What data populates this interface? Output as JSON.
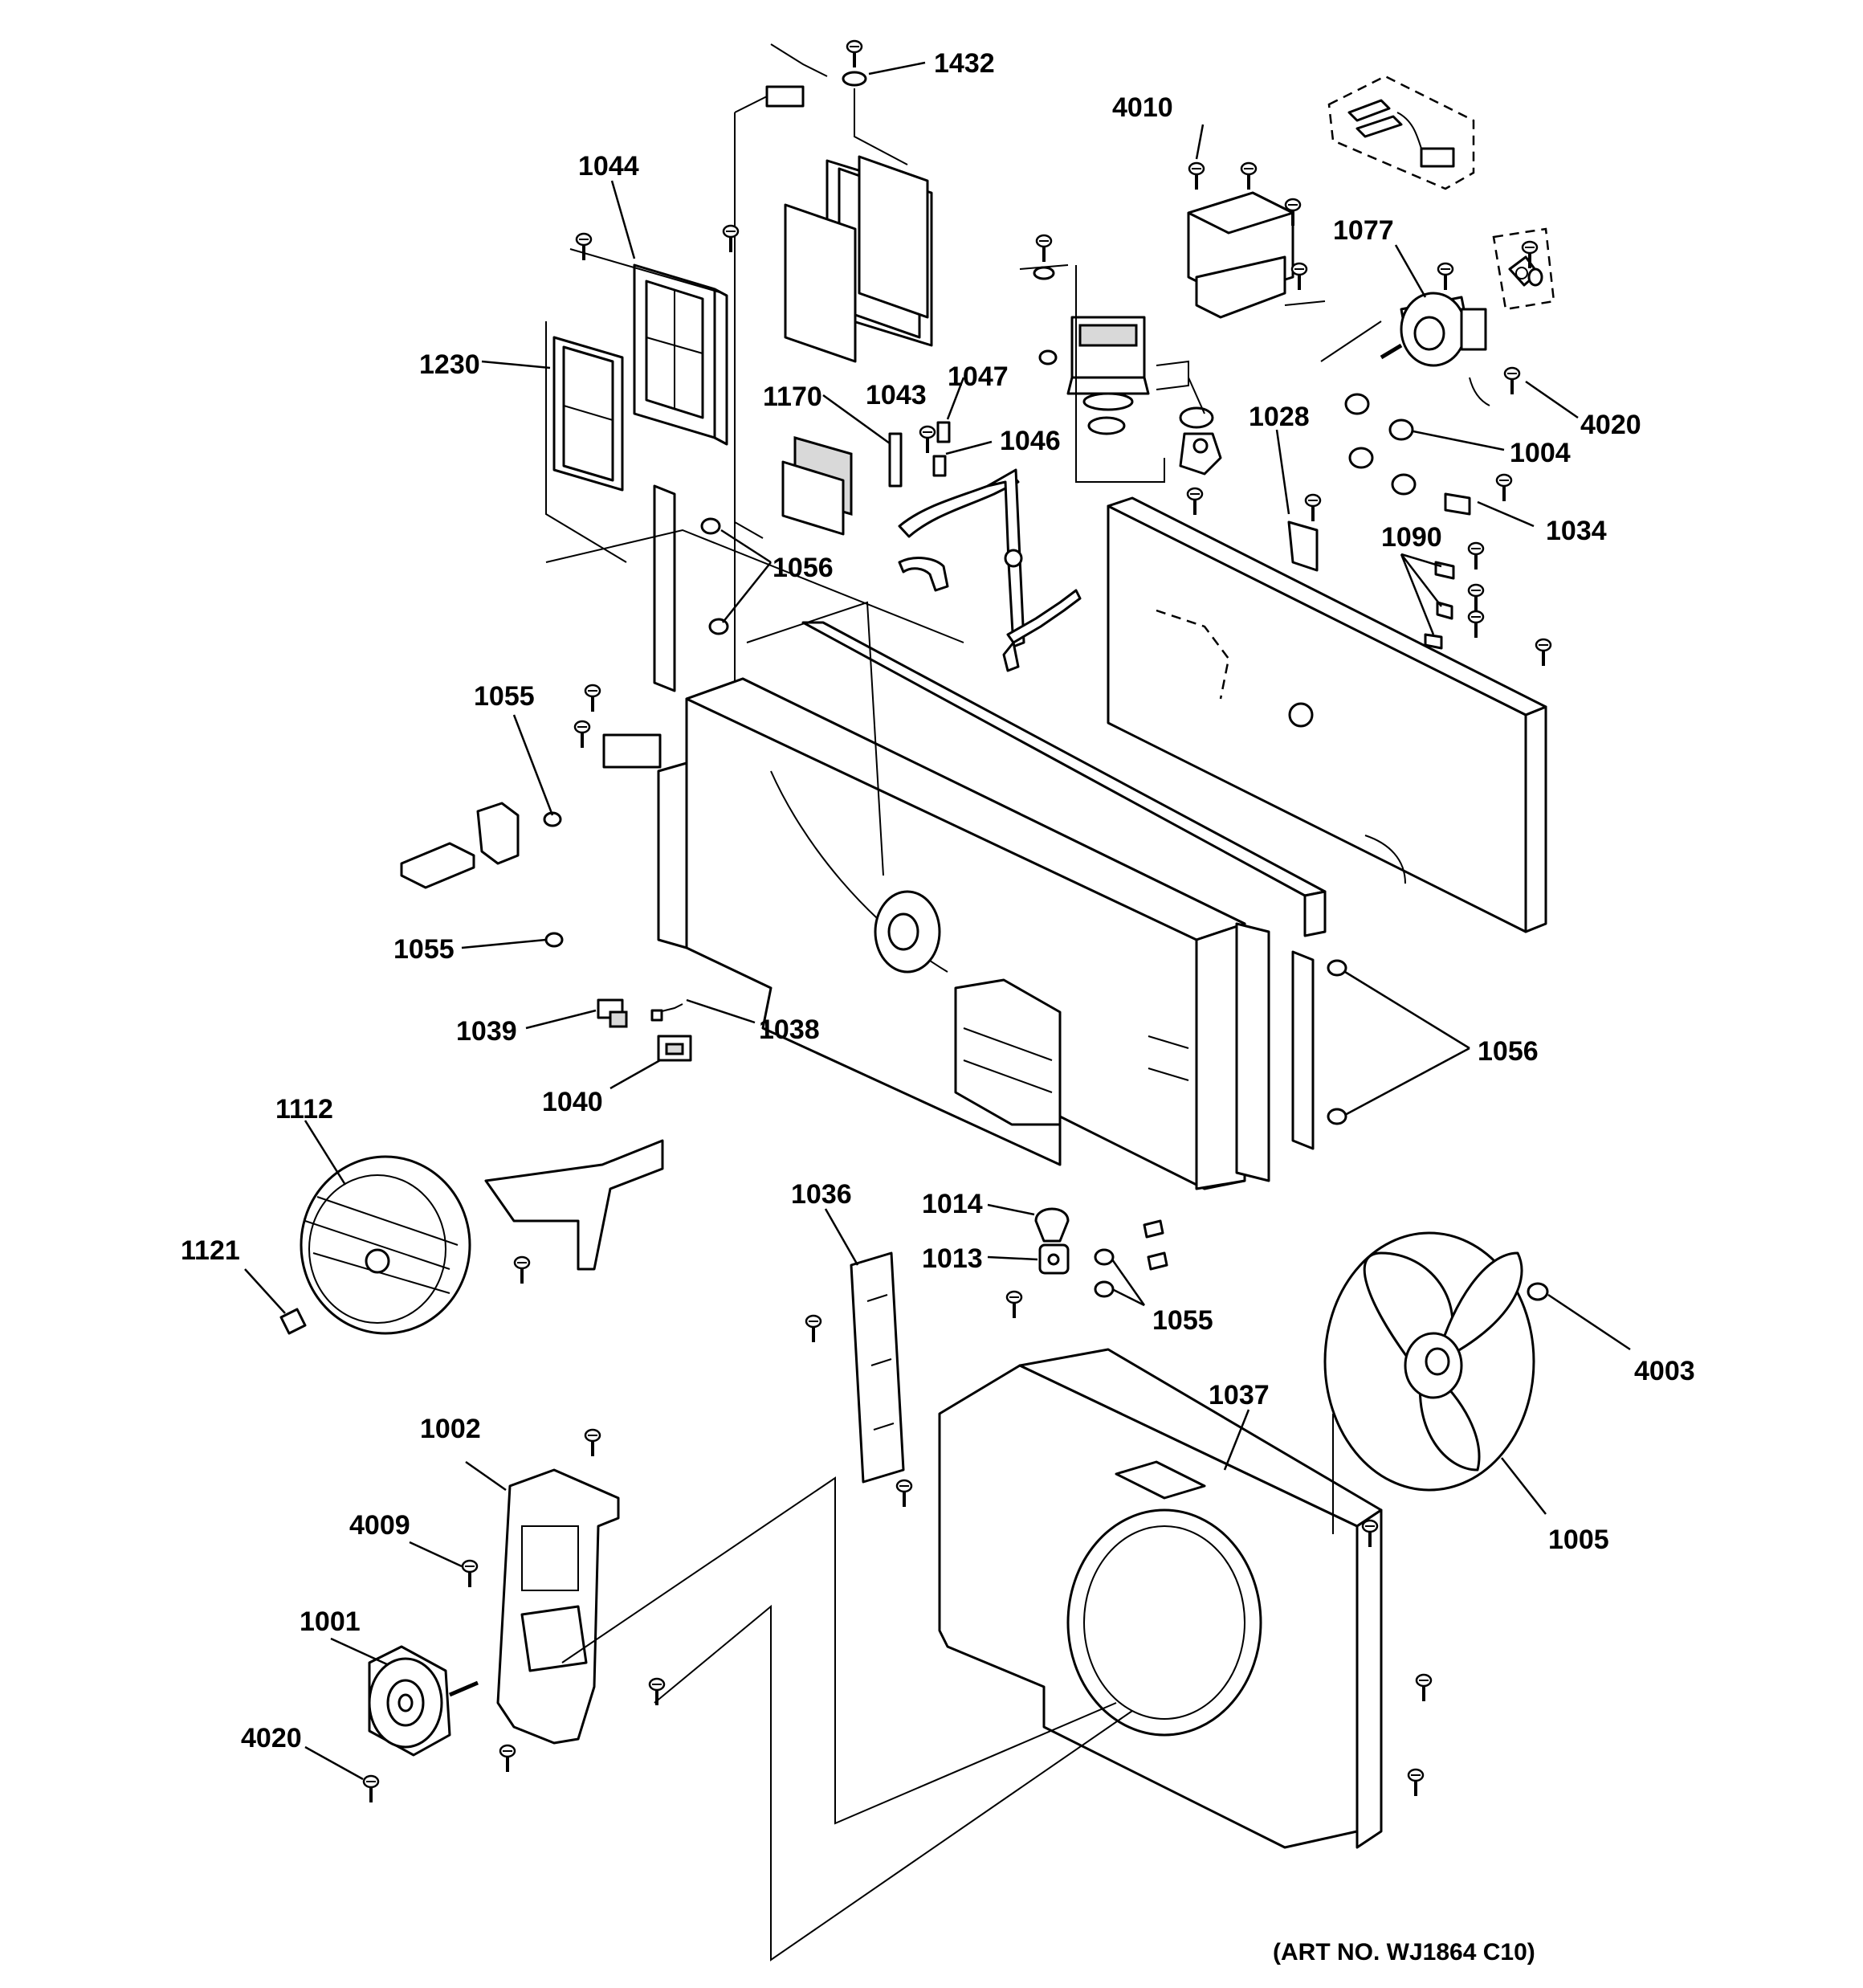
{
  "art_number": "(ART NO. WJ1864 C10)",
  "callouts": [
    {
      "id": "1432",
      "text": "1432"
    },
    {
      "id": "4010",
      "text": "4010"
    },
    {
      "id": "1044",
      "text": "1044"
    },
    {
      "id": "1077",
      "text": "1077"
    },
    {
      "id": "1230",
      "text": "1230"
    },
    {
      "id": "1043",
      "text": "1043"
    },
    {
      "id": "1047",
      "text": "1047"
    },
    {
      "id": "1170",
      "text": "1170"
    },
    {
      "id": "1046",
      "text": "1046"
    },
    {
      "id": "1028",
      "text": "1028"
    },
    {
      "id": "4020a",
      "text": "4020"
    },
    {
      "id": "1004",
      "text": "1004"
    },
    {
      "id": "1034",
      "text": "1034"
    },
    {
      "id": "1090",
      "text": "1090"
    },
    {
      "id": "1056a",
      "text": "1056"
    },
    {
      "id": "1055a",
      "text": "1055"
    },
    {
      "id": "1055b",
      "text": "1055"
    },
    {
      "id": "1039",
      "text": "1039"
    },
    {
      "id": "1038",
      "text": "1038"
    },
    {
      "id": "1056b",
      "text": "1056"
    },
    {
      "id": "1040",
      "text": "1040"
    },
    {
      "id": "1112",
      "text": "1112"
    },
    {
      "id": "1036",
      "text": "1036"
    },
    {
      "id": "1014",
      "text": "1014"
    },
    {
      "id": "1121",
      "text": "1121"
    },
    {
      "id": "1013",
      "text": "1013"
    },
    {
      "id": "1055c",
      "text": "1055"
    },
    {
      "id": "4003",
      "text": "4003"
    },
    {
      "id": "1037",
      "text": "1037"
    },
    {
      "id": "1002",
      "text": "1002"
    },
    {
      "id": "4009",
      "text": "4009"
    },
    {
      "id": "1005",
      "text": "1005"
    },
    {
      "id": "1001",
      "text": "1001"
    },
    {
      "id": "4020b",
      "text": "4020"
    }
  ]
}
